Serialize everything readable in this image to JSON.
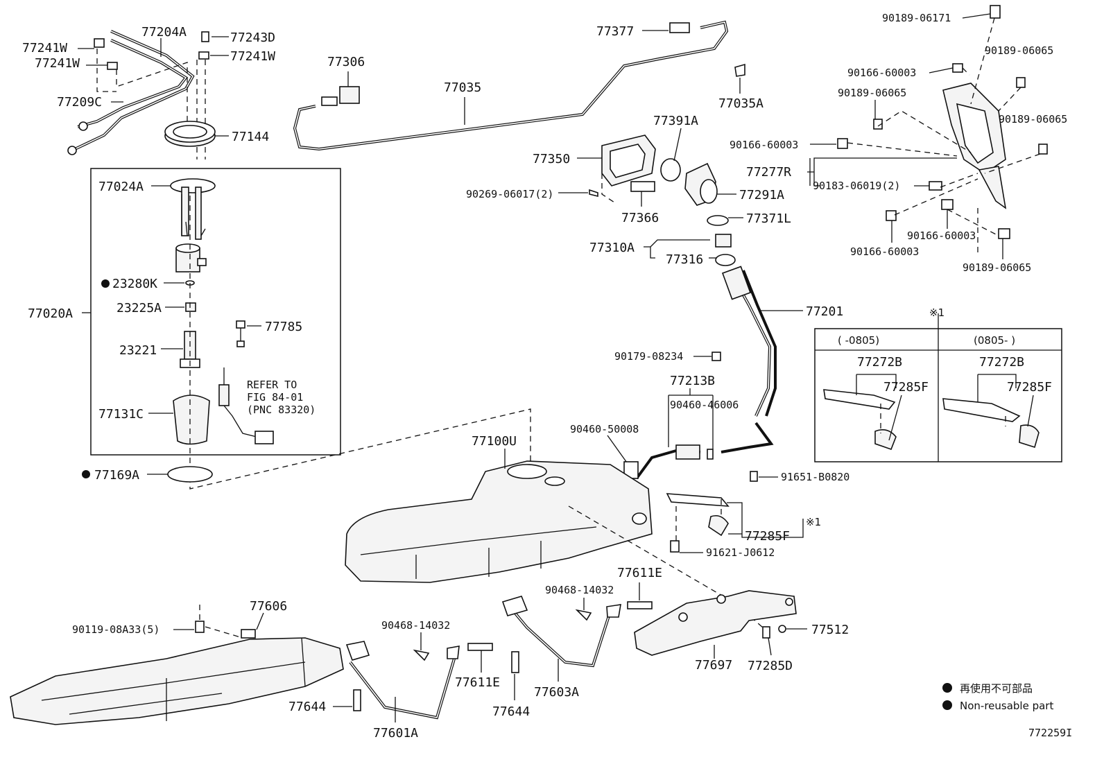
{
  "diagram_id": "772259I",
  "labels": {
    "p77241W_a": "77241W",
    "p77241W_b": "77241W",
    "p77241W_c": "77241W",
    "p77204A": "77204A",
    "p77243D": "77243D",
    "p77209C": "77209C",
    "p77144": "77144",
    "p77306": "77306",
    "p77377": "77377",
    "p77035": "77035",
    "p77035A": "77035A",
    "p77024A": "77024A",
    "p23280K": "23280K",
    "p23225A": "23225A",
    "p77020A": "77020A",
    "p23221": "23221",
    "p77785": "77785",
    "p77131C": "77131C",
    "refer_1": "REFER TO",
    "refer_2": "FIG 84-01",
    "refer_3": "(PNC 83320)",
    "p77169A": "77169A",
    "p77391A": "77391A",
    "p77350": "77350",
    "p90269": "90269-06017(2)",
    "p77366": "77366",
    "p77291A": "77291A",
    "p77371L": "77371L",
    "p77310A": "77310A",
    "p77316": "77316",
    "p77201": "77201",
    "p90179": "90179-08234",
    "p77213B": "77213B",
    "p90460_46006": "90460-46006",
    "p90460_50008": "90460-50008",
    "p77100U": "77100U",
    "p91651": "91651-B0820",
    "p77285F_c": "77285F",
    "note_ref": "※1",
    "p91621": "91621-J0612",
    "p90189_06171": "90189-06171",
    "p90189_06065_a": "90189-06065",
    "p90166_60003_a": "90166-60003",
    "p90189_06065_b": "90189-06065",
    "p90189_06065_c": "90189-06065",
    "p90166_60003_b": "90166-60003",
    "p77277R": "77277R",
    "p90183": "90183-06019(2)",
    "p90166_60003_c": "90166-60003",
    "p90166_60003_d": "90166-60003",
    "p90189_06065_d": "90189-06065",
    "inset_marker": "※1",
    "inset_col1": "(    -0805)",
    "inset_col2": "(0805-     )",
    "p77272B_a": "77272B",
    "p77285F_a": "77285F",
    "p77272B_b": "77272B",
    "p77285F_b": "77285F",
    "p90119": "90119-08A33(5)",
    "p77606": "77606",
    "p90468_a": "90468-14032",
    "p77611E_a": "77611E",
    "p77644_a": "77644",
    "p77601A": "77601A",
    "p77644_b": "77644",
    "p90468_b": "90468-14032",
    "p77611E_b": "77611E",
    "p77603A": "77603A",
    "p77697": "77697",
    "p77285D": "77285D",
    "p77512": "77512"
  },
  "legend": {
    "line_jp": "再使用不可部品",
    "line_en": "Non-reusable part"
  },
  "colors": {
    "ink": "#111111",
    "paper": "#ffffff",
    "part_fill": "#f4f4f4"
  }
}
